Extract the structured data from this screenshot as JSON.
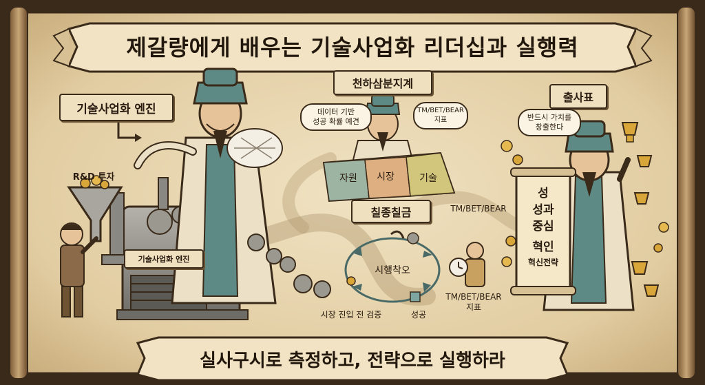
{
  "title": "제갈량에게 배우는 기술사업화 리더십과 실행력",
  "footer": "실사구시로 측정하고, 전략으로 실행하라",
  "left": {
    "engine_label": "기술사업화 엔진",
    "investment_label": "R&D 투자",
    "machine_label": "기술사업화 엔진"
  },
  "center": {
    "strategy_label": "천하삼분지계",
    "bubble_left": [
      "데이터 기반",
      "성공 확률 예견"
    ],
    "bubble_right": [
      "TM/BET/BEAR",
      "지표"
    ],
    "map_regions": [
      "자원",
      "시장",
      "기술"
    ],
    "cycle_label": "칠종칠금",
    "cycle_metric": "TM/BET/BEAR",
    "cycle_center": "시행착오",
    "validation_label": "시장 진입 전 검증",
    "success_label": "성공",
    "metric_label": [
      "TM/BET/BEAR",
      "지표"
    ]
  },
  "right": {
    "memorial_label": "출사표",
    "bubble": [
      "반드시 가치를",
      "창출한다"
    ],
    "scroll_lines": [
      "성",
      "성과",
      "중심",
      "혁인",
      "혁신전략"
    ]
  },
  "colors": {
    "parchment": "#e8d6b0",
    "ink": "#2a1c10",
    "teal_hat": "#5e8a86",
    "gold": "#d9a63a",
    "metal": "#8a8a86"
  }
}
